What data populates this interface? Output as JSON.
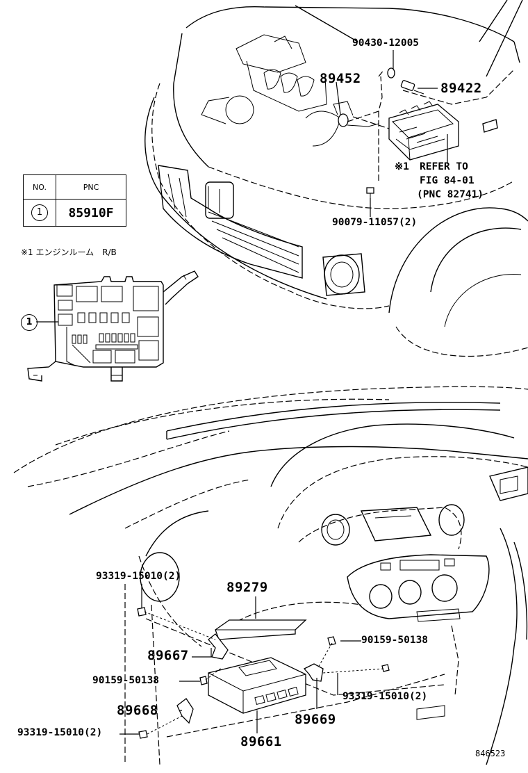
{
  "figure_code": "846523",
  "table": {
    "col_no": "NO.",
    "col_pnc": "PNC",
    "row_no": "1",
    "row_pnc": "85910F"
  },
  "relay_box_caption": "※1 エンジンルーム　R/B",
  "relay_box_marker": "1",
  "refer": {
    "mark": "※1",
    "line1": "REFER TO",
    "line2": "FIG 84-01",
    "line3": "(PNC 82741)"
  },
  "parts": {
    "p90430": "90430-12005",
    "p89452": "89452",
    "p89422": "89422",
    "p90079": "90079-11057(2)",
    "p93319a": "93319-15010(2)",
    "p89279": "89279",
    "p89667": "89667",
    "p90159a": "90159-50138",
    "p90159b": "90159-50138",
    "p93319b": "93319-15010(2)",
    "p89668": "89668",
    "p89669": "89669",
    "p93319c": "93319-15010(2)",
    "p89661": "89661"
  }
}
